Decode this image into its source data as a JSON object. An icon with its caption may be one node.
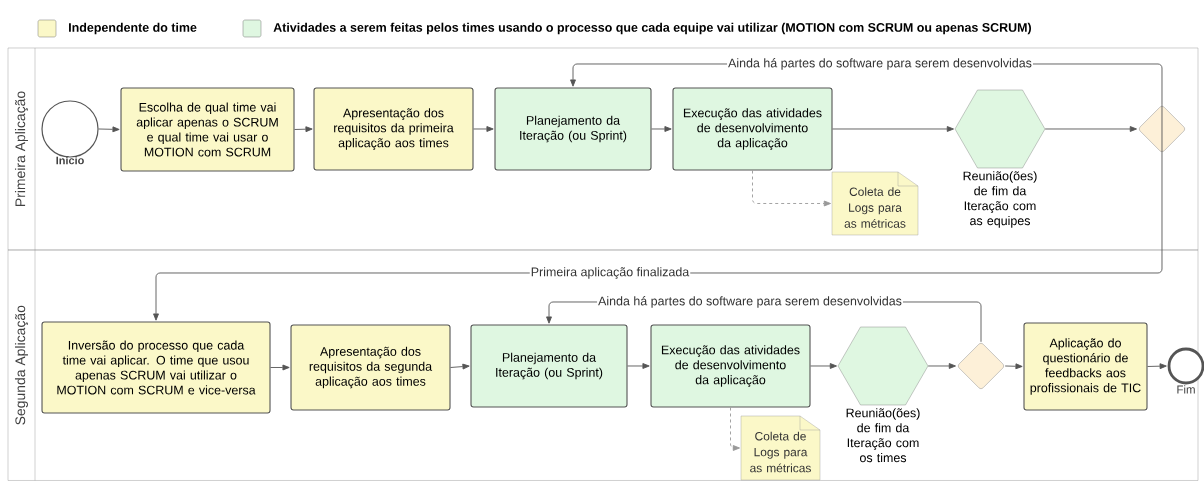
{
  "diagram": {
    "nodes": [
      {
        "text": [
          "Primeira Aplicação"
        ]
      },
      {
        "text": [
          "Início"
        ],
        "in": 0
      },
      {
        "text": [
          "Escolha de qual time vai aplicar apenas o SCRUM e qual time vai usar o MOTION com SCRUM"
        ],
        "in": 0
      },
      {
        "text": [
          "Apresentação dos requisitos da primeira aplicação aos times"
        ],
        "in": 0
      },
      {
        "text": [
          "Planejamento da Iteração (ou Sprint)"
        ],
        "in": 0
      },
      {
        "text": [
          "Execução das atividades de desenvolvimento da aplicação"
        ],
        "in": 0
      },
      {
        "text": [
          "Coleta de Logs para as métricas"
        ],
        "in": 0
      },
      {
        "text": [
          "Reunião(ões) de fim da Iteração com as equipes"
        ],
        "in": 0
      },
      {
        "text": [],
        "shape": "diamond",
        "in": 0
      },
      {
        "text": [
          "Segunda Aplicação"
        ]
      },
      {
        "text": [
          "Inversão do processo que cada time vai aplicar. O time que usou apenas SCRUM vai utilizar o MOTION com SCRUM e vice-versa"
        ],
        "in": 9
      },
      {
        "text": [
          "Apresentação dos requisitos da segunda aplicação aos times"
        ],
        "in": 9
      },
      {
        "text": [
          "Planejamento da Iteração (ou Sprint)"
        ],
        "in": 9
      },
      {
        "text": [
          "Execução das atividades de desenvolvimento da aplicação"
        ],
        "in": 9
      },
      {
        "text": [
          "Coleta de Logs para as métricas"
        ],
        "in": 9
      },
      {
        "text": [
          "Reunião(ões) de fim da Iteração com os times"
        ],
        "in": 9
      },
      {
        "text": [],
        "shape": "diamond",
        "in": 9
      },
      {
        "text": [
          "Aplicação do questionário de feedbacks aos profissionais de TIC"
        ],
        "in": 9
      },
      {
        "text": [
          "Fim"
        ],
        "in": 9
      }
    ],
    "edges": [
      {
        "from": 1,
        "to": 2,
        "arrow": "to"
      },
      {
        "from": 2,
        "to": 3,
        "arrow": "to"
      },
      {
        "from": 3,
        "to": 4,
        "arrow": "to"
      },
      {
        "from": 4,
        "to": 5,
        "arrow": "to"
      },
      {
        "from": 5,
        "to": 7,
        "arrow": "to"
      },
      {
        "from": 7,
        "to": 8,
        "arrow": "to"
      },
      {
        "from": 8,
        "to": 4,
        "arrow": "to",
        "label": "Ainda há partes do software para serem desenvolvidas"
      },
      {
        "from": 5,
        "to": 6,
        "arrow": "to",
        "style": "dashed"
      },
      {
        "from": 8,
        "to": 10,
        "arrow": "to",
        "label": "Primeira aplicação finalizada"
      },
      {
        "from": 10,
        "to": 11,
        "arrow": "to"
      },
      {
        "from": 11,
        "to": 12,
        "arrow": "to"
      },
      {
        "from": 12,
        "to": 13,
        "arrow": "to"
      },
      {
        "from": 13,
        "to": 15,
        "arrow": "to"
      },
      {
        "from": 15,
        "to": 16,
        "arrow": "to"
      },
      {
        "from": 16,
        "to": 12,
        "arrow": "to",
        "label": "Ainda há partes do software para serem desenvolvidas"
      },
      {
        "from": 13,
        "to": 14,
        "arrow": "to",
        "style": "dashed"
      },
      {
        "from": 16,
        "to": 17,
        "arrow": "to"
      },
      {
        "from": 17,
        "to": 18,
        "arrow": "to"
      }
    ],
    "legend": [
      {
        "text": "Independente do time",
        "color": "#fbf8c8"
      },
      {
        "text": "Atividades a serem feitas pelos times usando o processo que cada equipe vai utilizar (MOTION com SCRUM ou apenas SCRUM)",
        "color": "#dff7e1"
      }
    ]
  }
}
